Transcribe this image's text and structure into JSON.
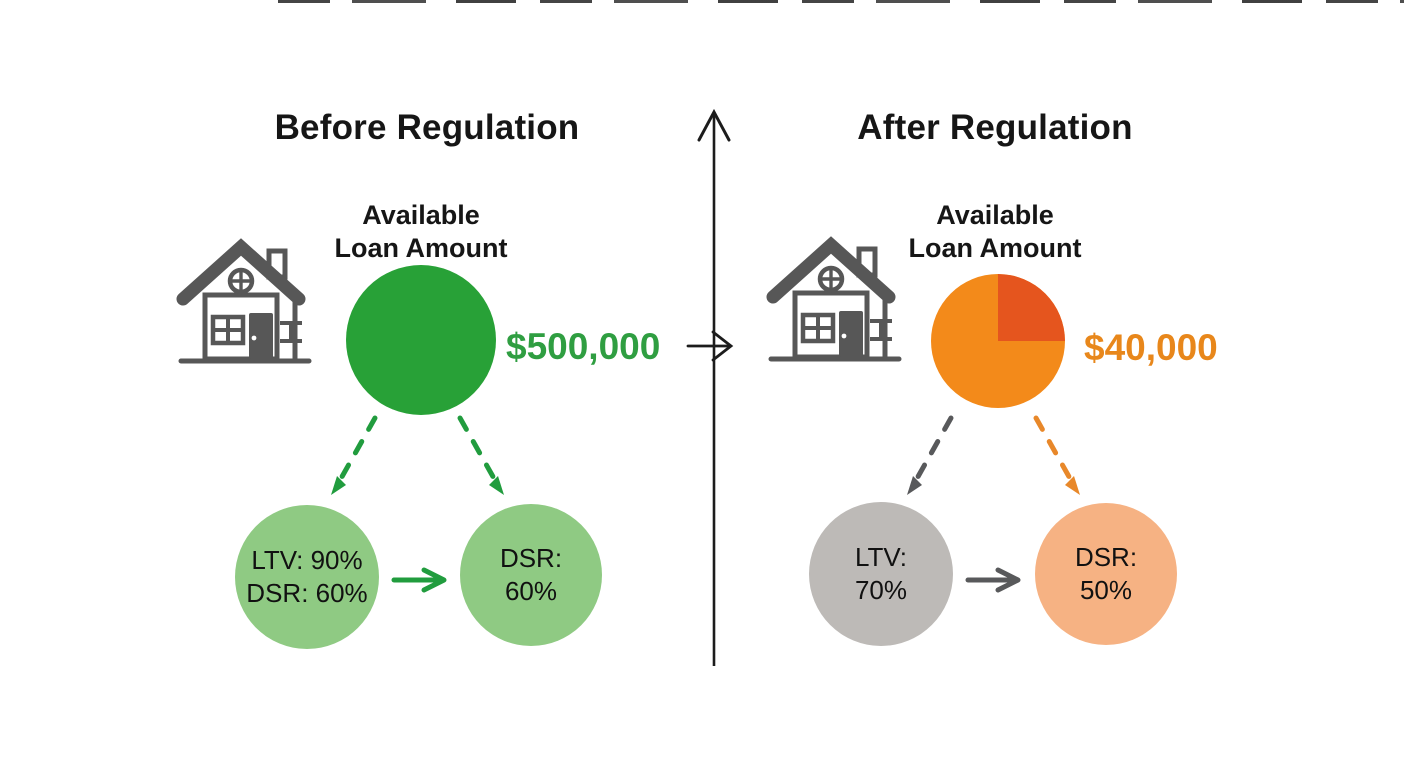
{
  "meta": {
    "background": "#ffffff",
    "divider_color": "#1c1c1c",
    "title_color": "#161616",
    "house_color": "#575757",
    "icons": {
      "house": "house-icon",
      "axis_up_arrow": "arrow-up-icon",
      "transition_arrow": "arrow-right-icon",
      "dashed_split_arrows": "dashed-arrow-icons",
      "flow_arrow": "arrow-right-icon"
    }
  },
  "before": {
    "title": "Before Regulation",
    "subtitle_line1": "Available",
    "subtitle_line2": "Loan Amount",
    "amount": "$500,000",
    "sub_circle_1_line1": "LTV: 90%",
    "sub_circle_1_line2": "DSR: 60%",
    "sub_circle_2_line1": "DSR:",
    "sub_circle_2_line2": "60%",
    "colors": {
      "main_circle": "#28a137",
      "amount_text": "#2f9e41",
      "arrow": "#219c3e",
      "sub_circle": "#8fca83"
    }
  },
  "after": {
    "title": "After Regulation",
    "subtitle_line1": "Available",
    "subtitle_line2": "Loan Amount",
    "amount": "$40,000",
    "sub_circle_1_line1": "LTV:",
    "sub_circle_1_line2": "70%",
    "sub_circle_2_line1": "DSR:",
    "sub_circle_2_line2": "50%",
    "colors": {
      "main_circle": "#f38a1a",
      "main_circle_quarter": "#e5551e",
      "amount_text": "#e8871b",
      "ltv_circle": "#bdbab7",
      "gray_arrow": "#58595b",
      "dsr_circle": "#f6b283",
      "orange_arrow": "#e8882a"
    }
  }
}
